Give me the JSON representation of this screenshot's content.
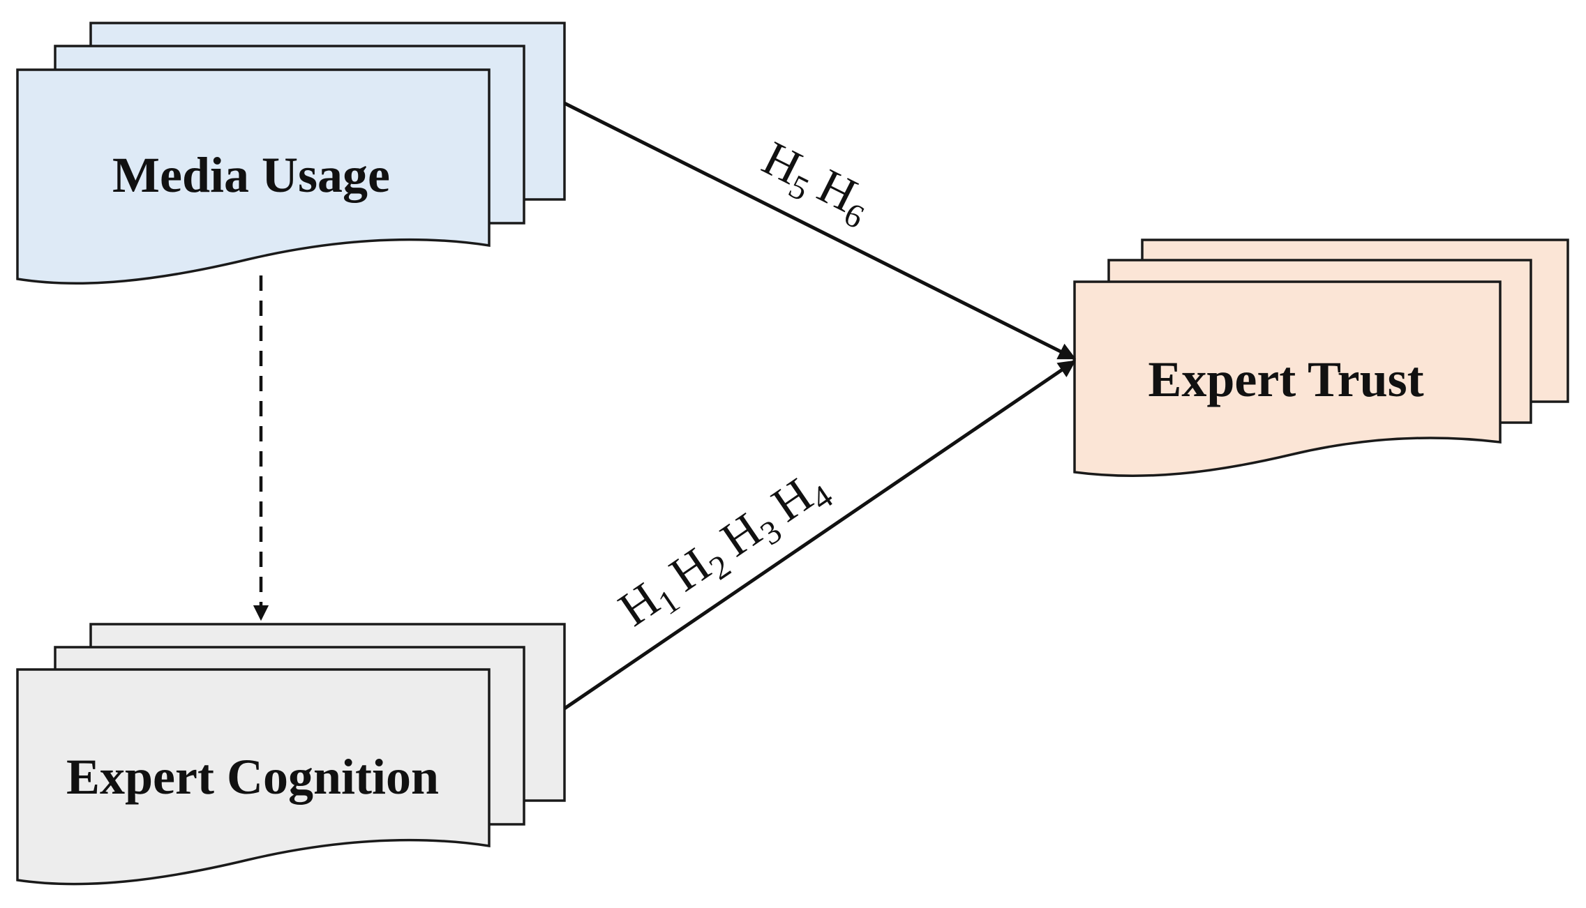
{
  "nodes": {
    "media_usage": {
      "label": "Media Usage",
      "fill": "#deeaf6"
    },
    "expert_cognition": {
      "label": "Expert Cognition",
      "fill": "#ededed"
    },
    "expert_trust": {
      "label": "Expert Trust",
      "fill": "#fbe5d6"
    }
  },
  "edges": {
    "media_to_trust": {
      "label": [
        {
          "base": "H",
          "sub": "5"
        },
        {
          "base": "H",
          "sub": "6"
        }
      ]
    },
    "cognition_to_trust": {
      "label": [
        {
          "base": "H",
          "sub": "1"
        },
        {
          "base": "H",
          "sub": "2"
        },
        {
          "base": "H",
          "sub": "3"
        },
        {
          "base": "H",
          "sub": "4"
        }
      ]
    },
    "media_to_cognition": {
      "style": "dashed"
    }
  }
}
